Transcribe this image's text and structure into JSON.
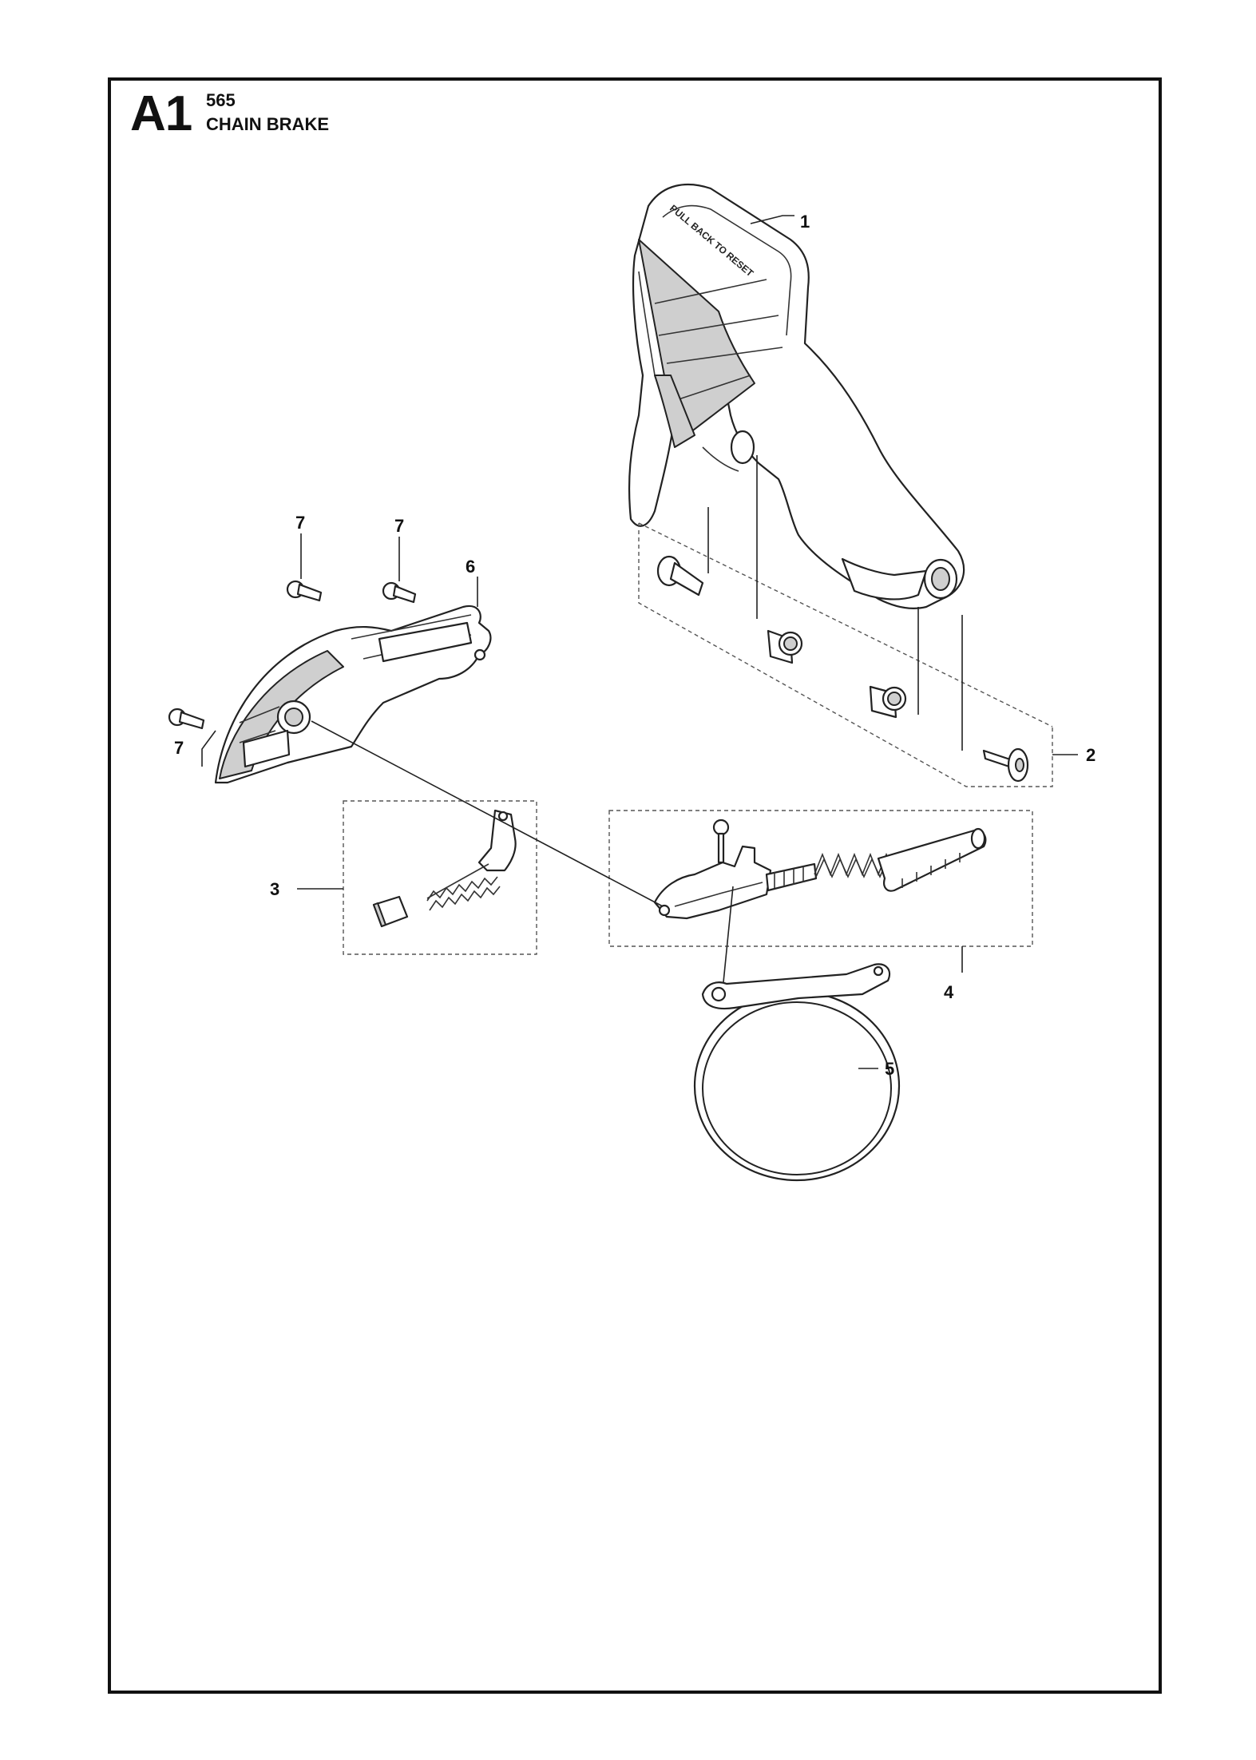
{
  "header": {
    "page_code": "A1",
    "model": "565",
    "title": "CHAIN BRAKE"
  },
  "callouts": [
    {
      "id": "1",
      "label": "1"
    },
    {
      "id": "2",
      "label": "2"
    },
    {
      "id": "3",
      "label": "3"
    },
    {
      "id": "4",
      "label": "4"
    },
    {
      "id": "5",
      "label": "5"
    },
    {
      "id": "6",
      "label": "6"
    },
    {
      "id": "7a",
      "label": "7"
    },
    {
      "id": "7b",
      "label": "7"
    },
    {
      "id": "7c",
      "label": "7"
    }
  ],
  "hand_guard_text": "PULL BACK TO RESET"
}
